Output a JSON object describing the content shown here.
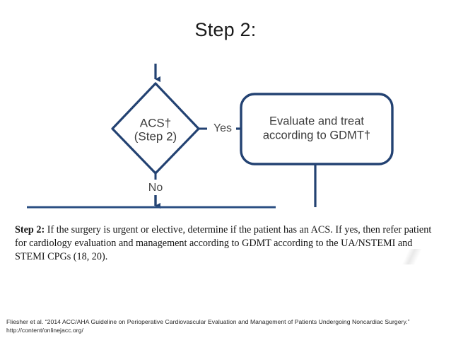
{
  "slide": {
    "title": "Step 2:",
    "background_color": "#FFFFFF"
  },
  "figure": {
    "stroke_color": "#234272",
    "text_color": "#3B3B3B",
    "nodes": {
      "decision": {
        "line1": "ACS†",
        "line2": "(Step 2)"
      },
      "action": {
        "line1": "Evaluate and treat",
        "line2": "according to GDMT†"
      }
    },
    "edges": {
      "yes_label": "Yes",
      "no_label": "No"
    }
  },
  "caption": {
    "lead": "Step 2:",
    "line1_rest": " If the surgery is urgent or elective, determine if the patient has an ACS. If yes, then refer patient for cardiology",
    "line2": "evaluation and management according to GDMT according to the UA/NSTEMI and STEMI CPGs (18, 20)."
  },
  "footer": {
    "line1": "Fliesher et al. “2014 ACC/AHA Guideline on Perioperative Cardiovascular Evaluation and Management of Patients Undergoing Noncardiac Surgery.”",
    "line2": "http://content/onlinejacc.org/"
  }
}
